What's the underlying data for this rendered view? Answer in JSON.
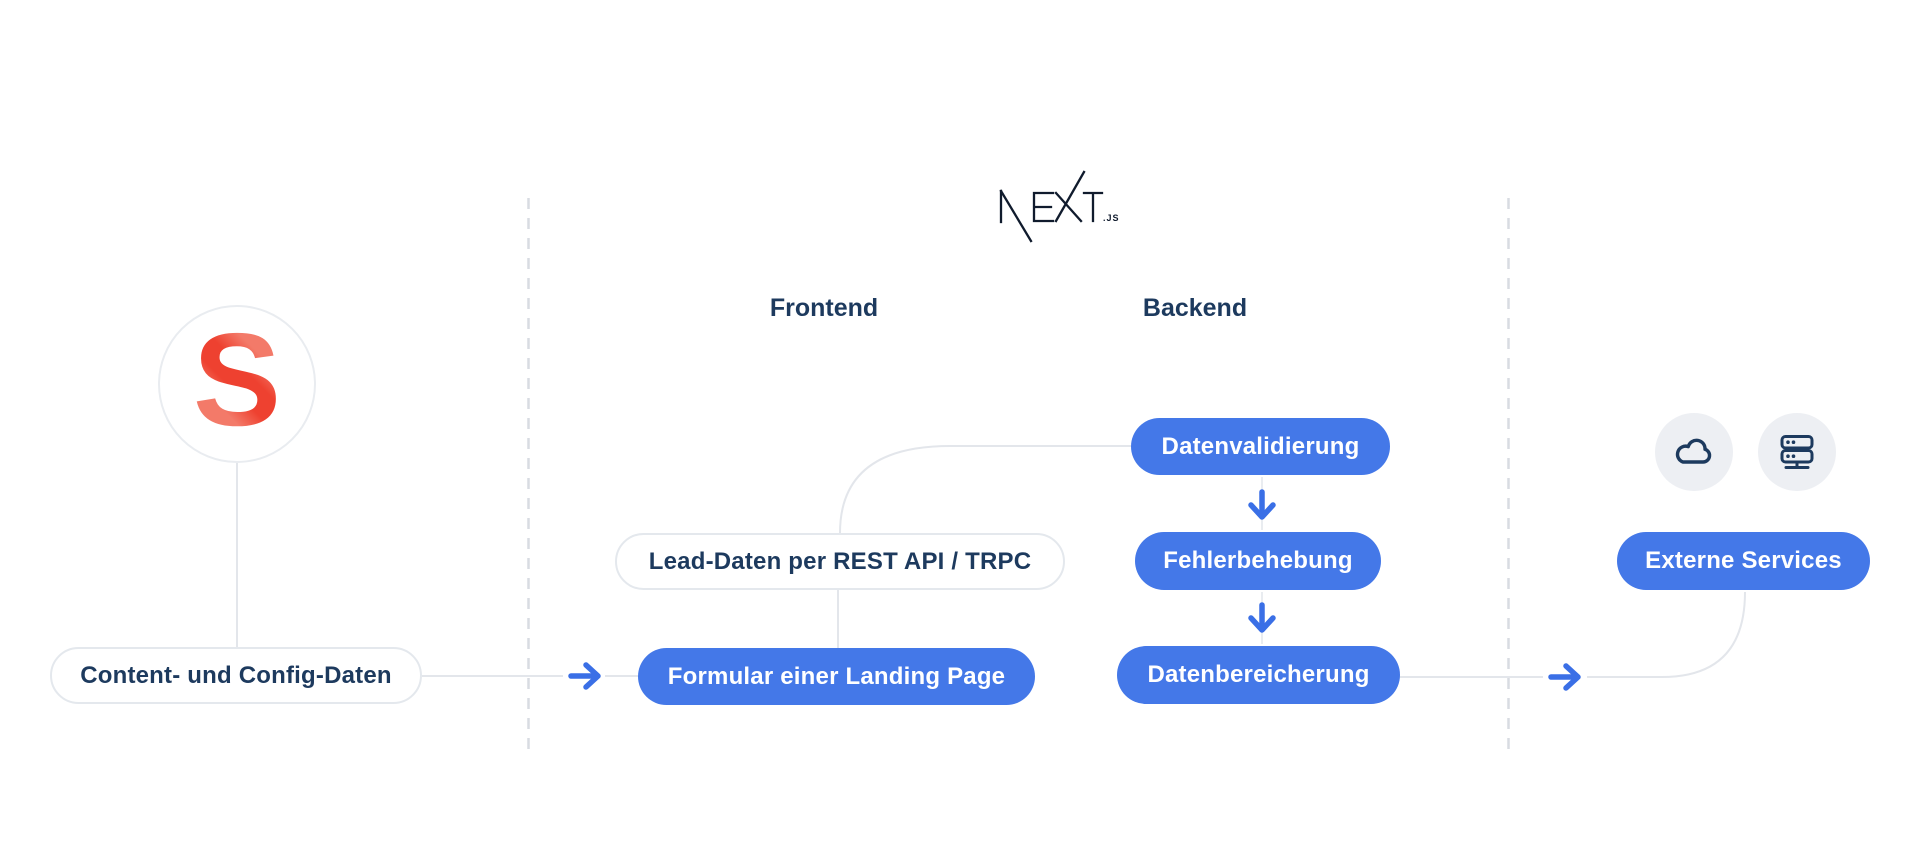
{
  "colors": {
    "pill_blue": "#4478E8",
    "arrow_blue": "#3A6FE6",
    "navy_text": "#1D3A5E",
    "sanity_red": "#EF4434",
    "connector_gray": "#E3E6EB",
    "dashed_gray": "#D8DCE2",
    "icon_circle_bg": "#EDEFF3"
  },
  "sanity": {
    "letter": "S",
    "pill": "Content- und Config-Daten"
  },
  "nextjs": {
    "wordmark": "NEXT",
    "suffix": ".JS",
    "columns": {
      "frontend": "Frontend",
      "backend": "Backend"
    }
  },
  "frontend": {
    "lead_pill": "Lead-Daten per REST API / TRPC",
    "form_pill": "Formular einer Landing Page"
  },
  "backend": {
    "steps": [
      "Datenvalidierung",
      "Fehlerbehebung",
      "Datenbereicherung"
    ]
  },
  "external": {
    "pill": "Externe Services",
    "icons": [
      "cloud-icon",
      "server-icon"
    ]
  }
}
